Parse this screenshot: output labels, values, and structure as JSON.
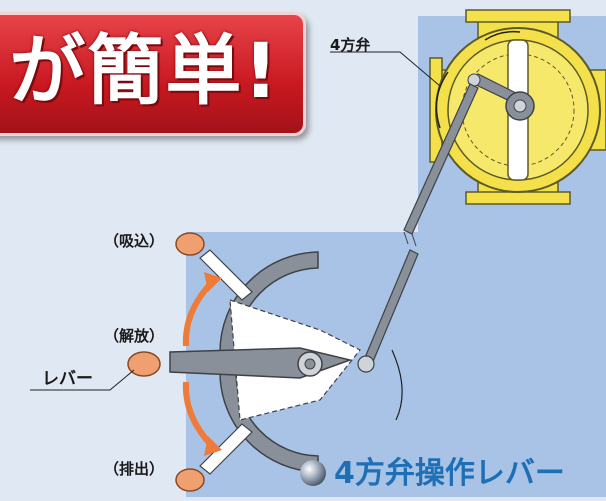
{
  "title_banner": {
    "text": "が簡単!"
  },
  "labels": {
    "valve": "4方弁",
    "suction": "（吸込）",
    "release": "（解放）",
    "lever": "レバー",
    "discharge": "（排出）"
  },
  "bottom_title": {
    "text": "4方弁操作レバー"
  },
  "colors": {
    "background": "#dfe8f3",
    "panel": "#a9c3e6",
    "valve_body": "#f3e04a",
    "lever_metal": "#8a9099",
    "handle": "#f0a070",
    "arrow": "#ee7b3a",
    "banner": "#c81820",
    "title_blue": "#1f6fb5"
  }
}
